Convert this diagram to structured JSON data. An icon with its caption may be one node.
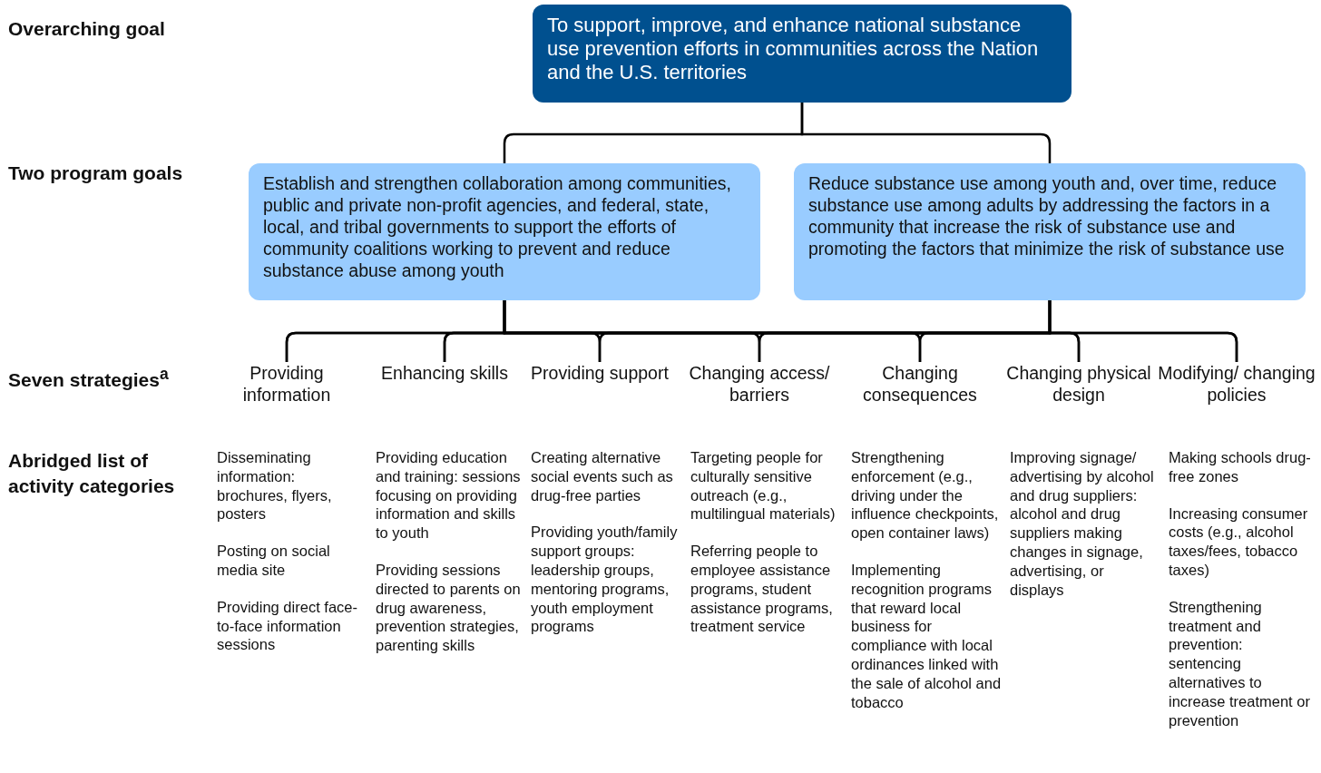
{
  "diagram": {
    "nodes": [
      {
        "text": [
          "To support, improve, and enhance national substance use prevention efforts in communities across the Nation and the U.S. territories"
        ]
      },
      {
        "text": [
          "Establish and strengthen collaboration among communities, public and private non-profit agencies, and federal, state, local, and tribal governments to support the efforts of community coalitions working to prevent and reduce substance abuse among youth"
        ]
      },
      {
        "text": [
          "Reduce substance use among youth and, over time, reduce substance use among adults by addressing the factors in a community that increase the risk of substance use and promoting the factors that minimize the risk of substance use"
        ]
      },
      {
        "text": [
          "Providing information"
        ]
      },
      {
        "text": [
          "Enhancing skills"
        ]
      },
      {
        "text": [
          "Providing support"
        ]
      },
      {
        "text": [
          "Changing access/ barriers"
        ]
      },
      {
        "text": [
          "Changing consequences"
        ]
      },
      {
        "text": [
          "Changing physical design"
        ]
      },
      {
        "text": [
          "Modifying/ changing policies"
        ]
      }
    ],
    "edges": [
      {
        "from": 0,
        "to": 1,
        "arrow": "none"
      },
      {
        "from": 0,
        "to": 2,
        "arrow": "none"
      },
      {
        "from": 1,
        "to": 3,
        "arrow": "none"
      },
      {
        "from": 1,
        "to": 4,
        "arrow": "none"
      },
      {
        "from": 1,
        "to": 5,
        "arrow": "none"
      },
      {
        "from": 1,
        "to": 6,
        "arrow": "none"
      },
      {
        "from": 1,
        "to": 7,
        "arrow": "none"
      },
      {
        "from": 1,
        "to": 8,
        "arrow": "none"
      },
      {
        "from": 1,
        "to": 9,
        "arrow": "none"
      },
      {
        "from": 2,
        "to": 3,
        "arrow": "none"
      },
      {
        "from": 2,
        "to": 4,
        "arrow": "none"
      },
      {
        "from": 2,
        "to": 5,
        "arrow": "none"
      },
      {
        "from": 2,
        "to": 6,
        "arrow": "none"
      },
      {
        "from": 2,
        "to": 7,
        "arrow": "none"
      },
      {
        "from": 2,
        "to": 8,
        "arrow": "none"
      },
      {
        "from": 2,
        "to": 9,
        "arrow": "none"
      }
    ],
    "labels": [
      "Overarching goal",
      "Two program goals",
      "Seven strategies$^{a}$",
      "Abridged list of activity categories",
      "Disseminating information: brochures, flyers, posters",
      "Posting on social media site",
      "Providing direct face-to-face information sessions",
      "Providing education and training: sessions focusing on providing information and skills to youth",
      "Providing sessions directed to parents on drug awareness, prevention strategies, parenting skills",
      "Creating alternative social events such as drug-free parties",
      "Providing youth/family support groups: leadership groups, mentoring programs, youth employment programs",
      "Targeting people for culturally sensitive outreach (e.g., multilingual materials)",
      "Referring people to employee assistance programs, student assistance programs, treatment service",
      "Strengthening enforcement (e.g., driving under the influence checkpoints, open container laws)",
      "Implementing recognition programs that reward local business for compliance with local ordinances linked with the sale of alcohol and tobacco",
      "Improving signage/ advertising by alcohol and drug suppliers: alcohol and drug suppliers making changes in signage, advertising, or displays",
      "Making schools drug-free zones",
      "Increasing consumer costs (e.g., alcohol taxes/fees, tobacco taxes)",
      "Strengthening treatment and prevention: sentencing alternatives to increase treatment or prevention"
    ]
  }
}
